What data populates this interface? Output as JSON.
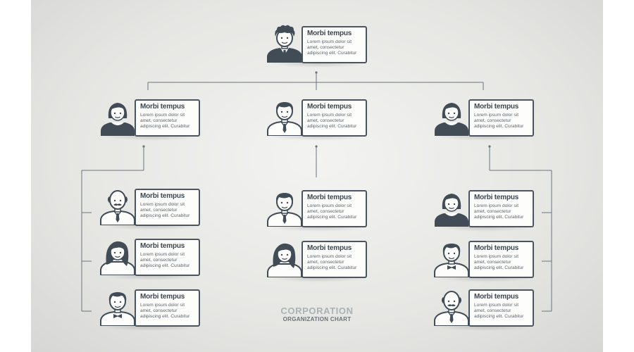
{
  "chart": {
    "title_line1": "CORPORATION",
    "title_line2": "ORGANIZATION CHART"
  },
  "colors": {
    "figure": "#414c57",
    "card_border": "#4a5560",
    "card_fill": "#fdfdfb",
    "connector": "#6b747c",
    "title_accent": "#a9b3b5"
  },
  "nodes": [
    {
      "name": "Morbi tempus",
      "description": "Lorem ipsum dolor sit amet, consectetur adipiscing elit. Curabitur",
      "avatar": "man-curly-hair-tie-icon"
    },
    {
      "name": "Morbi tempus",
      "description": "Lorem ipsum dolor sit amet, consectetur adipiscing elit. Curabitur",
      "avatar": "woman-bob-hair-icon"
    },
    {
      "name": "Morbi tempus",
      "description": "Lorem ipsum dolor sit amet, consectetur adipiscing elit. Curabitur",
      "avatar": "man-tie-icon"
    },
    {
      "name": "Morbi tempus",
      "description": "Lorem ipsum dolor sit amet, consectetur adipiscing elit. Curabitur",
      "avatar": "woman-bob-hair-icon"
    },
    {
      "name": "Morbi tempus",
      "description": "Lorem ipsum dolor sit amet, consectetur adipiscing elit. Curabitur",
      "avatar": "bald-man-mustache-icon"
    },
    {
      "name": "Morbi tempus",
      "description": "Lorem ipsum dolor sit amet, consectetur adipiscing elit. Curabitur",
      "avatar": "woman-long-hair-icon"
    },
    {
      "name": "Morbi tempus",
      "description": "Lorem ipsum dolor sit amet, consectetur adipiscing elit. Curabitur",
      "avatar": "man-bowtie-icon"
    },
    {
      "name": "Morbi tempus",
      "description": "Lorem ipsum dolor sit amet, consectetur adipiscing elit. Curabitur",
      "avatar": "man-tie-icon"
    },
    {
      "name": "Morbi tempus",
      "description": "Lorem ipsum dolor sit amet, consectetur adipiscing elit. Curabitur",
      "avatar": "woman-long-hair-icon"
    },
    {
      "name": "Morbi tempus",
      "description": "Lorem ipsum dolor sit amet, consectetur adipiscing elit. Curabitur",
      "avatar": "woman-bob-hair-icon"
    },
    {
      "name": "Morbi tempus",
      "description": "Lorem ipsum dolor sit amet, consectetur adipiscing elit. Curabitur",
      "avatar": "man-bowtie-icon"
    },
    {
      "name": "Morbi tempus",
      "description": "Lorem ipsum dolor sit amet, consectetur adipiscing elit. Curabitur",
      "avatar": "bald-man-mustache-icon"
    }
  ]
}
